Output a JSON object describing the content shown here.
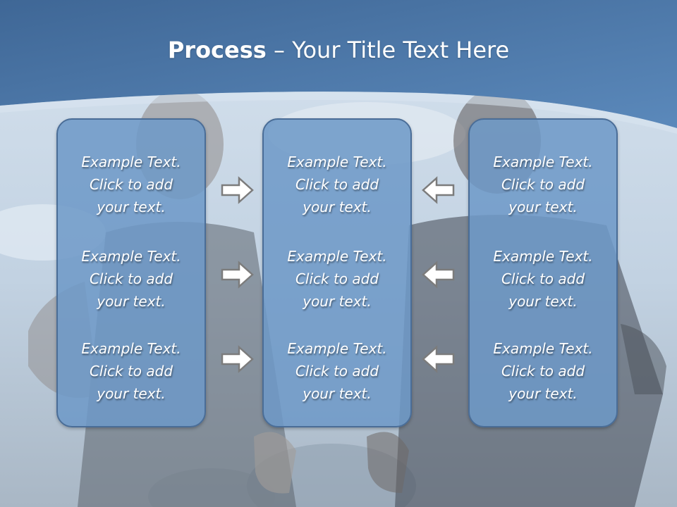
{
  "title": {
    "strong": "Process",
    "rest": " – Your Title Text Here"
  },
  "columns": [
    {
      "items": [
        {
          "line1": "Example Text.",
          "line2": "Click  to add",
          "line3": "your text."
        },
        {
          "line1": "Example Text.",
          "line2": "Click  to add",
          "line3": "your text."
        },
        {
          "line1": "Example Text.",
          "line2": "Click  to add",
          "line3": "your text."
        }
      ]
    },
    {
      "items": [
        {
          "line1": "Example Text.",
          "line2": "Click  to add",
          "line3": "your text."
        },
        {
          "line1": "Example Text.",
          "line2": "Click  to add",
          "line3": "your text."
        },
        {
          "line1": "Example Text.",
          "line2": "Click  to add",
          "line3": "your text."
        }
      ]
    },
    {
      "items": [
        {
          "line1": "Example Text.",
          "line2": "Click  to add",
          "line3": "your text."
        },
        {
          "line1": "Example Text.",
          "line2": "Click  to add",
          "line3": "your text."
        },
        {
          "line1": "Example Text.",
          "line2": "Click  to add",
          "line3": "your text."
        }
      ]
    }
  ],
  "arrows": {
    "left_to_middle": "right-arrow-icon",
    "right_to_middle": "left-arrow-icon"
  },
  "colors": {
    "header": "#4d79a8",
    "box_fill": "#6e98c7",
    "box_border": "#4a6d97",
    "text": "#ffffff"
  }
}
